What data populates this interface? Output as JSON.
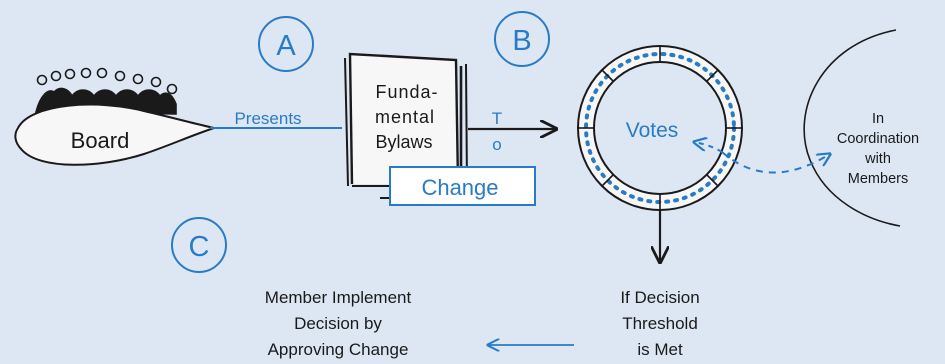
{
  "colors": {
    "background": "#dde7f3",
    "accent_blue": "#2a7bc7",
    "ink": "#1a1a1a"
  },
  "step_markers": {
    "a": "A",
    "b": "B",
    "c": "C"
  },
  "board": {
    "label": "Board",
    "presents_label": "Presents"
  },
  "bylaws": {
    "line1": "Funda-",
    "line2": "mental",
    "line3": "Bylaws",
    "change_label": "Change"
  },
  "to_label": {
    "t": "T",
    "o": "o"
  },
  "votes": {
    "label": "Votes"
  },
  "coordination": {
    "line1": "In",
    "line2": "Coordination",
    "line3": "with",
    "line4": "Members"
  },
  "threshold": {
    "line1": "If Decision",
    "line2": "Threshold",
    "line3": "is Met"
  },
  "implement": {
    "line1": "Member Implement",
    "line2": "Decision by",
    "line3": "Approving Change"
  }
}
